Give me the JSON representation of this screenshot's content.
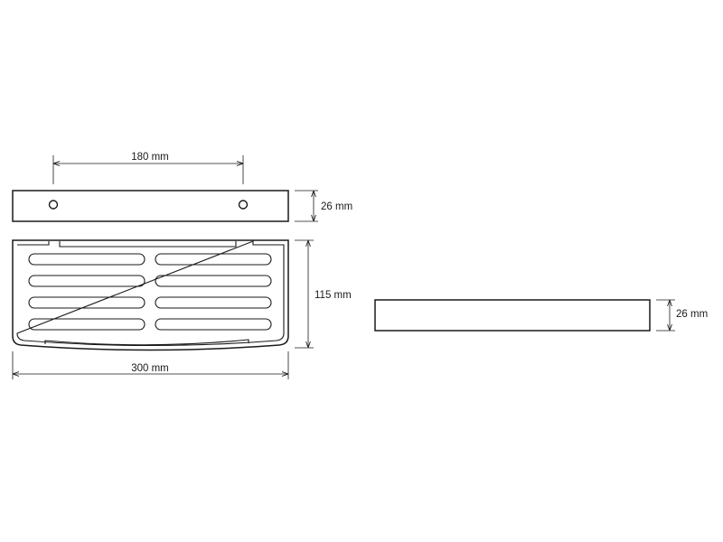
{
  "front_view": {
    "width_dimension": "180 mm",
    "height_dimension": "26 mm"
  },
  "top_view": {
    "depth_dimension": "115 mm",
    "length_dimension": "300 mm",
    "slot_rows": 4,
    "slot_columns": 2
  },
  "side_view": {
    "height_dimension": "26 mm"
  },
  "colors": {
    "line": "#1a1a1a",
    "background": "#ffffff"
  }
}
